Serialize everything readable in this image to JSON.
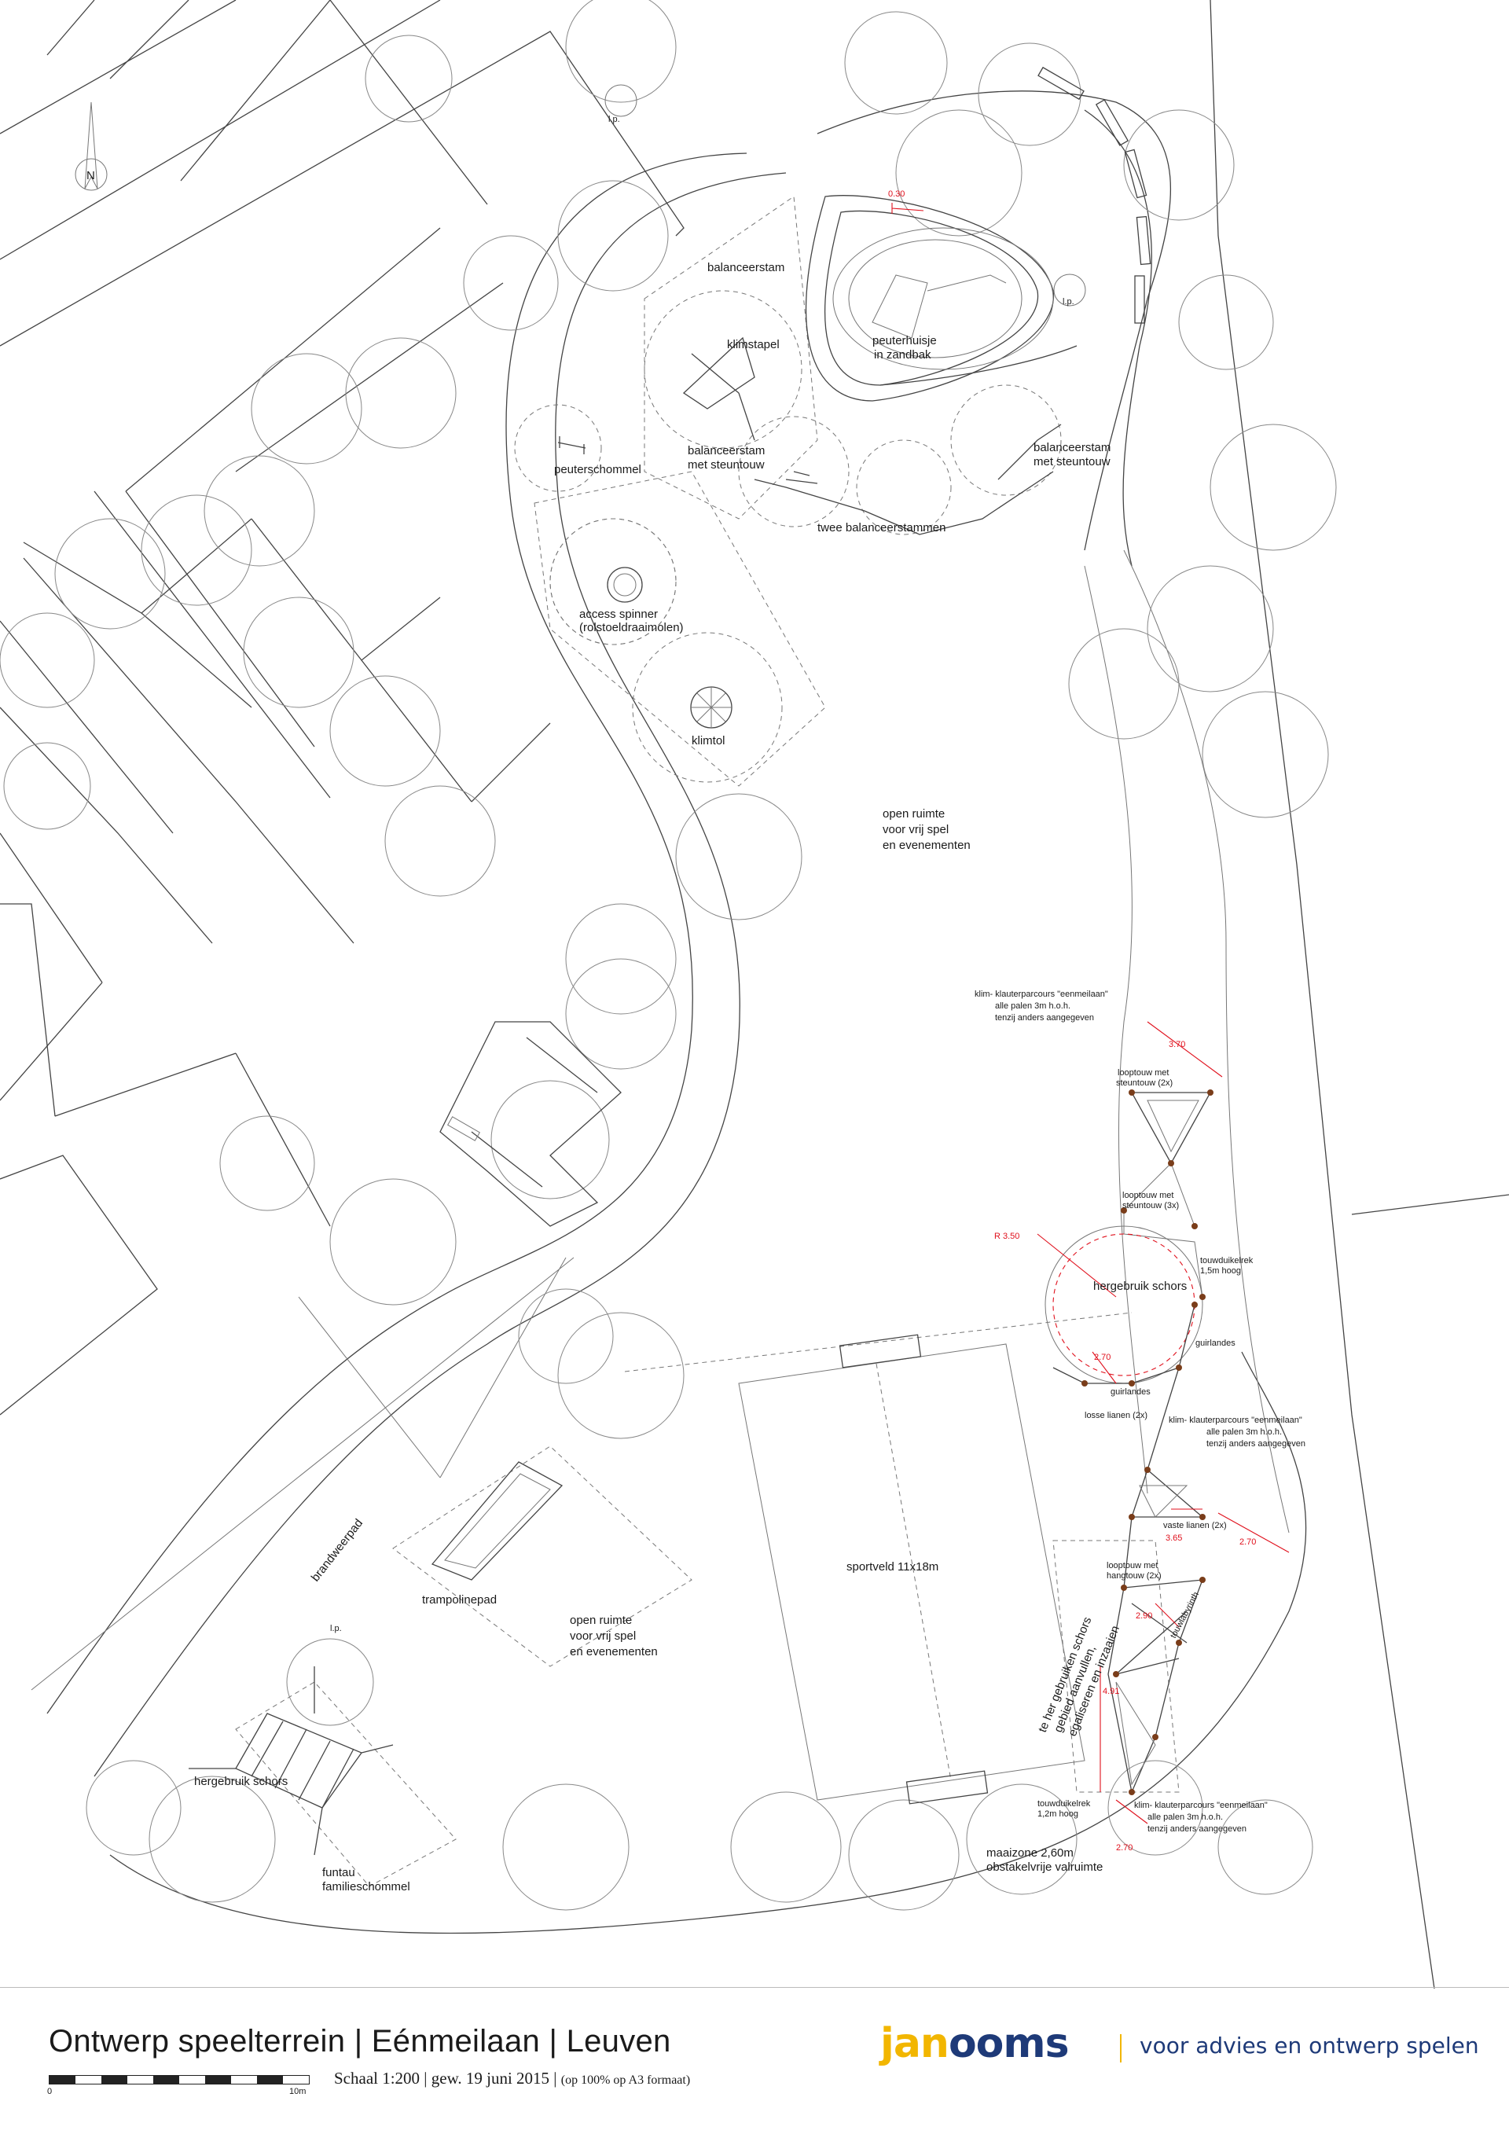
{
  "title": "Ontwerp speelterrein | Eénmeilaan | Leuven",
  "subtitle": {
    "main": "Schaal 1:200 | gew. 19 juni 2015 | ",
    "note": "(op 100% op A3 formaat)"
  },
  "brand": {
    "logo_part1": "jan",
    "logo_part2": "ooms",
    "tagline": "voor advies en ontwerp spelen",
    "colors": {
      "accent": "#f2b600",
      "brand": "#1e3a78",
      "dimension": "#e0101c"
    }
  },
  "scalebar": {
    "start": "0",
    "end": "10m"
  },
  "north": "N",
  "labels": {
    "lp": "l.p.",
    "balanceerstam": "balanceerstam",
    "klimstapel": "klimstapel",
    "peuterhuisje_1": "peuterhuisje",
    "peuterhuisje_2": "in zandbak",
    "peuterschommel": "peuterschommel",
    "bsteun_1": "balanceerstam",
    "bsteun_2": "met steuntouw",
    "twee_stammen": "twee balanceerstammen",
    "access_1": "access spinner",
    "access_2": "(rolstoeldraaimolen)",
    "klimtol": "klimtol",
    "open1_1": "open ruimte",
    "open1_2": "voor vrij spel",
    "open1_3": "en evenementen",
    "parc1_1": "klim- klauterparcours \"eenmeilaan\"",
    "parc2_1": "klim- klauterparcours \"eenmeilaan\"",
    "parc3_1": "klim- klauterparcours \"eenmeilaan\"",
    "parc_2": "alle palen 3m h.o.h.",
    "parc_3": "tenzij anders aangegeven",
    "looptouw_steun_2x_1": "looptouw met",
    "looptouw_steun_2x_2": "steuntouw (2x)",
    "looptouw_steun_3x_1": "looptouw met",
    "looptouw_steun_3x_2": "steuntouw (3x)",
    "touwduikelrek_1": "touwduikelrek",
    "touwduikelrek_2": "1,5m hoog",
    "hergebruik_schors": "hergebruik schors",
    "guirlandes": "guirlandes",
    "losse_lianen": "losse lianen (2x)",
    "vaste_lianen": "vaste lianen (2x)",
    "looptouw_hang_1": "looptouw met",
    "looptouw_hang_2": "hangtouw (2x)",
    "touwlabyrinth": "touwlabyrinth",
    "schors_1": "te her gebruiken schors",
    "schors_2": "gebied aanvullen,",
    "schors_3": "egaliseren en inzaaien",
    "touwduikelrek2_1": "touwduikelrek",
    "touwduikelrek2_2": "1,2m hoog",
    "maaizone_1": "maaizone 2,60m",
    "maaizone_2": "obstakelvrije valruimte",
    "sportveld": "sportveld 11x18m",
    "trampolinepad": "trampolinepad",
    "brandweerpad": "brandweerpad",
    "hergebruik_schors2": "hergebruik schors",
    "funtau_1": "funtau",
    "funtau_2": "familieschommel"
  },
  "dimensions": {
    "d030": "0.30",
    "d370": "3.70",
    "r350": "R 3.50",
    "d270a": "2.70",
    "d365": "3.65",
    "d270b": "2.70",
    "d290": "2.90",
    "d491": "4.91",
    "d270c": "2.70"
  }
}
